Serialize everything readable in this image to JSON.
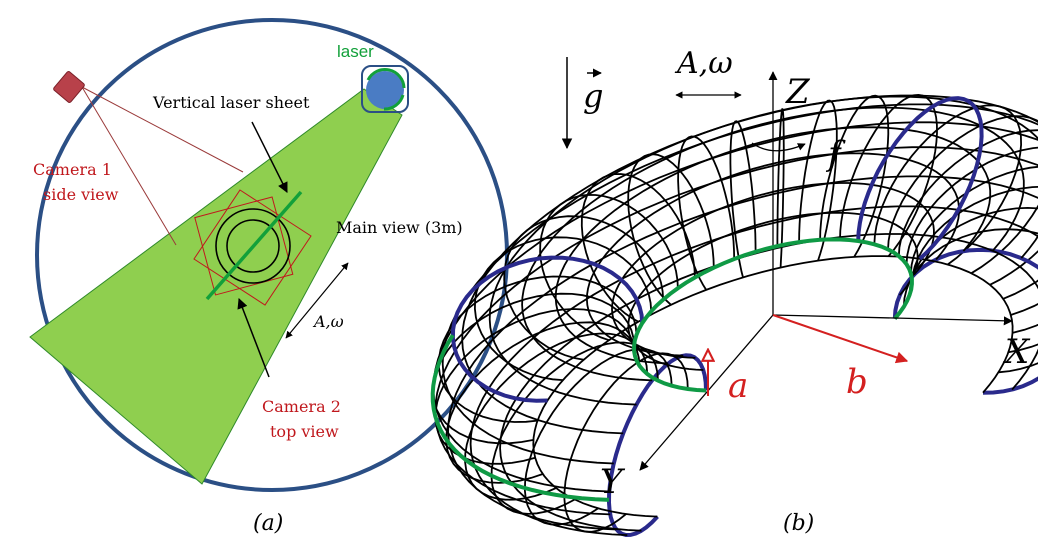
{
  "panel_a": {
    "caption": "(a)",
    "laser": "laser",
    "vertical_laser_sheet": "Vertical laser sheet",
    "camera1_line1": "Camera 1",
    "camera1_line2": "side view",
    "main_view": "Main view (3m)",
    "a_omega": "A,ω",
    "camera2_line1": "Camera 2",
    "camera2_line2": "top view"
  },
  "panel_b": {
    "caption": "(b)",
    "gravity": "g",
    "a_omega": "A,ω",
    "axis_z": "Z",
    "axis_x": "X",
    "axis_y": "Y",
    "rotation": "f",
    "radius_a": "a",
    "radius_b": "b"
  },
  "colors": {
    "circle_border": "#2b4f85",
    "laser_green": "#8fcf4f",
    "sheet_green": "#12a03a",
    "label_red": "#c0181d",
    "laser_blue": "#4a7cc4",
    "camera_red": "#b8414a",
    "torus_blue": "#2a2a8c",
    "torus_green": "#0f9a45"
  }
}
